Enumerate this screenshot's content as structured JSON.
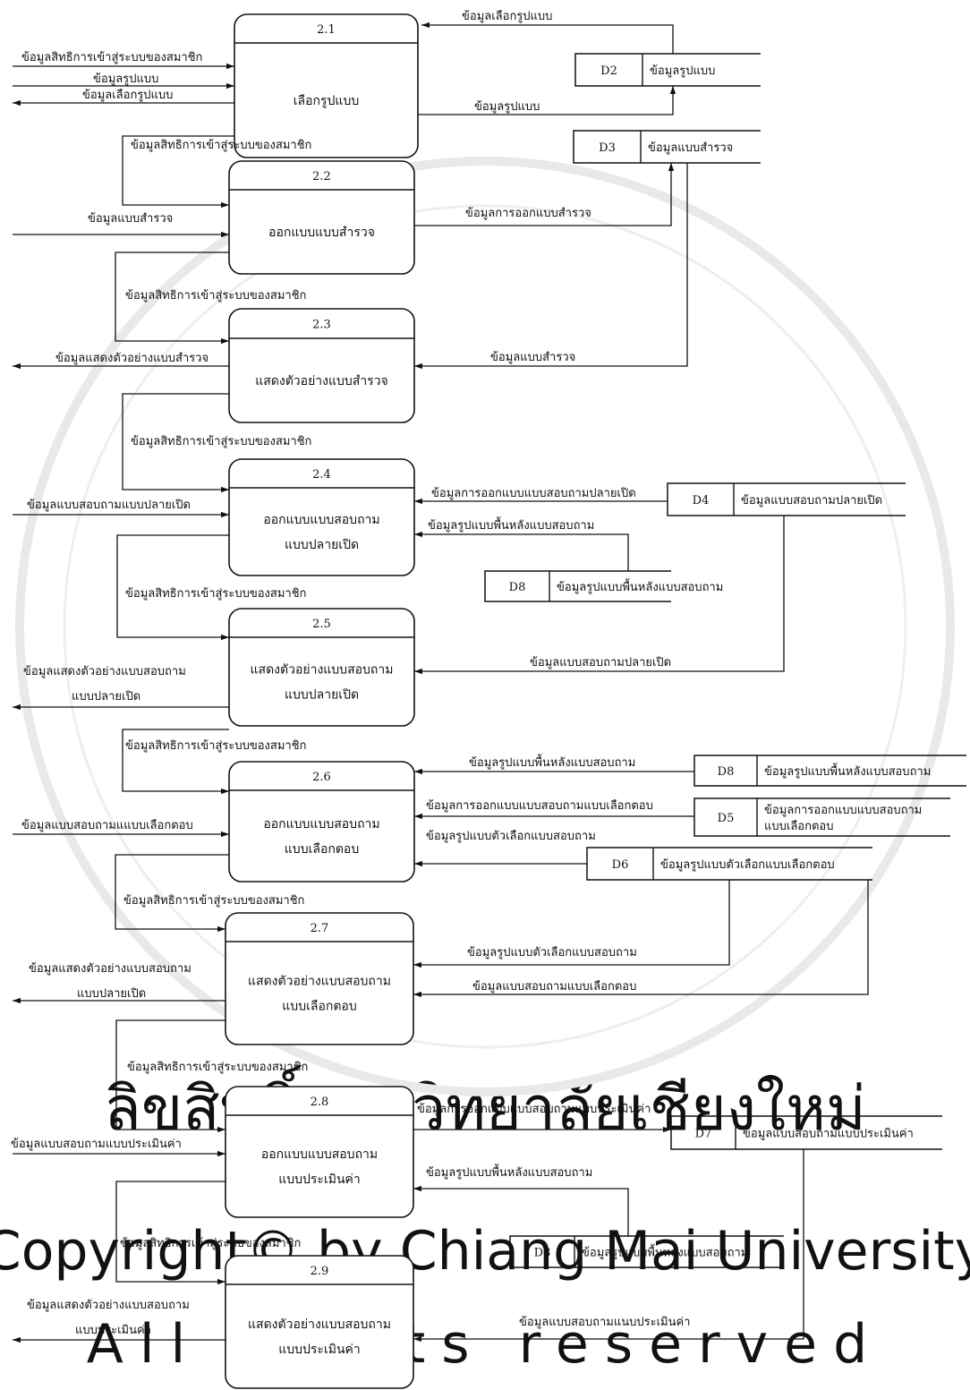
{
  "watermark": {
    "lines": [
      "ลิขสิทธิ์มหาวิทยาลัยเชียงใหม่",
      "Copyright© by Chiang Mai University",
      "All rights reserved"
    ],
    "color": "#d8d8d8"
  },
  "colors": {
    "stroke": "#111111",
    "text": "#111111",
    "background": "#ffffff"
  },
  "processes": [
    {
      "id": "2.1",
      "name": [
        "เลือกรูปแบบ"
      ]
    },
    {
      "id": "2.2",
      "name": [
        "ออกแบบแบบสำรวจ"
      ]
    },
    {
      "id": "2.3",
      "name": [
        "แสดงตัวอย่างแบบสำรวจ"
      ]
    },
    {
      "id": "2.4",
      "name": [
        "ออกแบบแบบสอบถาม",
        "แบบปลายเปิด"
      ]
    },
    {
      "id": "2.5",
      "name": [
        "แสดงตัวอย่างแบบสอบถาม",
        "แบบปลายเปิด"
      ]
    },
    {
      "id": "2.6",
      "name": [
        "ออกแบบแบบสอบถาม",
        "แบบเลือกตอบ"
      ]
    },
    {
      "id": "2.7",
      "name": [
        "แสดงตัวอย่างแบบสอบถาม",
        "แบบเลือกตอบ"
      ]
    },
    {
      "id": "2.8",
      "name": [
        "ออกแบบแบบสอบถาม",
        "แบบประเมินค่า"
      ]
    },
    {
      "id": "2.9",
      "name": [
        "แสดงตัวอย่างแบบสอบถาม",
        "แบบประเมินค่า"
      ]
    }
  ],
  "stores": [
    {
      "id": "D2",
      "name": [
        "ข้อมูลรูปแบบ"
      ]
    },
    {
      "id": "D3",
      "name": [
        "ข้อมูลแบบสำรวจ"
      ]
    },
    {
      "id": "D4",
      "name": [
        "ข้อมูลแบบสอบถามปลายเปิด"
      ]
    },
    {
      "id": "D8",
      "name": [
        "ข้อมูลรูปแบบพื้นหลังแบบสอบถาม"
      ]
    },
    {
      "id": "D8",
      "name": [
        "ข้อมูลรูปแบบพื้นหลังแบบสอบถาม"
      ]
    },
    {
      "id": "D5",
      "name": [
        "ข้อมูลการออกแบบแบบสอบถาม",
        "แบบเลือกตอบ"
      ]
    },
    {
      "id": "D6",
      "name": [
        "ข้อมูลรูปแบบตัวเลือกแบบเลือกตอบ"
      ]
    },
    {
      "id": "D7",
      "name": [
        "ข้อมูลแบบสอบถามแบบประเมินค่า"
      ]
    },
    {
      "id": "D8",
      "name": [
        "ข้อมูลรูปแบบพื้นหลังแบบสอบถาม"
      ]
    }
  ],
  "flows": [
    {
      "text": [
        "ข้อมูลเลือกรูปแบบ"
      ]
    },
    {
      "text": [
        "ข้อมูลสิทธิการเข้าสู่ระบบของสมาชิก"
      ]
    },
    {
      "text": [
        "ข้อมูลรูปแบบ"
      ]
    },
    {
      "text": [
        "ข้อมูลเลือกรูปแบบ"
      ]
    },
    {
      "text": [
        "ข้อมูลรูปแบบ"
      ]
    },
    {
      "text": [
        "ข้อมูลสิทธิการเข้าสู่ระบบของสมาชิก"
      ]
    },
    {
      "text": [
        "ข้อมูลแบบสำรวจ"
      ]
    },
    {
      "text": [
        "ข้อมูลการออกแบบสำรวจ"
      ]
    },
    {
      "text": [
        "ข้อมูลสิทธิการเข้าสู่ระบบของสมาชิก"
      ]
    },
    {
      "text": [
        "ข้อมูลแสดงตัวอย่างแบบสำรวจ"
      ]
    },
    {
      "text": [
        "ข้อมูลแบบสำรวจ"
      ]
    },
    {
      "text": [
        "ข้อมูลสิทธิการเข้าสู่ระบบของสมาชิก"
      ]
    },
    {
      "text": [
        "ข้อมูลแบบสอบถามแบบปลายเปิด"
      ]
    },
    {
      "text": [
        "ข้อมูลการออกแบบแบบสอบถามปลายเปิด"
      ]
    },
    {
      "text": [
        "ข้อมูลรูปแบบพื้นหลังแบบสอบถาม"
      ]
    },
    {
      "text": [
        "ข้อมูลสิทธิการเข้าสู่ระบบของสมาชิก"
      ]
    },
    {
      "text": [
        "ข้อมูลแสดงตัวอย่างแบบสอบถาม",
        "แบบปลายเปิด"
      ]
    },
    {
      "text": [
        "ข้อมูลแบบสอบถามปลายเปิด"
      ]
    },
    {
      "text": [
        "ข้อมูลสิทธิการเข้าสู่ระบบของสมาชิก"
      ]
    },
    {
      "text": [
        "ข้อมูลรูปแบบพื้นหลังแบบสอบถาม"
      ]
    },
    {
      "text": [
        "ข้อมูลการออกแบบแบบสอบถามแบบเลือกตอบ"
      ]
    },
    {
      "text": [
        "ข้อมูลแบบสอบถามแแบบเลือกตอบ"
      ]
    },
    {
      "text": [
        "ข้อมูลรูปแบบตัวเลือกแบบสอบถาม"
      ]
    },
    {
      "text": [
        "ข้อมูลสิทธิการเข้าสู่ระบบของสมาชิก"
      ]
    },
    {
      "text": [
        "ข้อมูลแสดงตัวอย่างแบบสอบถาม",
        "แบบปลายเปิด"
      ]
    },
    {
      "text": [
        "ข้อมูลรูปแบบตัวเลือกแบบสอบถาม"
      ]
    },
    {
      "text": [
        "ข้อมูลแบบสอบถามแบบเลือกตอบ"
      ]
    },
    {
      "text": [
        "ข้อมูลสิทธิการเข้าสู่ระบบของสมาชิก"
      ]
    },
    {
      "text": [
        "ข้อมูลการออกแบบแบบสอบถามแบบประเมินค่า"
      ]
    },
    {
      "text": [
        "ข้อมูลแบบสอบถามแบบประเมินค่า"
      ]
    },
    {
      "text": [
        "ข้อมูลรูปแบบพื้นหลังแบบสอบถาม"
      ]
    },
    {
      "text": [
        "ข้อมูลสิทธิการเข้าสู่ระบบของสมาชิก"
      ]
    },
    {
      "text": [
        "ข้อมูลแสดงตัวอย่างแบบสอบถาม",
        "แบบประเมินค่า"
      ]
    },
    {
      "text": [
        "ข้อมูลแบบสอบถามแนบประเมินค่า"
      ]
    }
  ]
}
